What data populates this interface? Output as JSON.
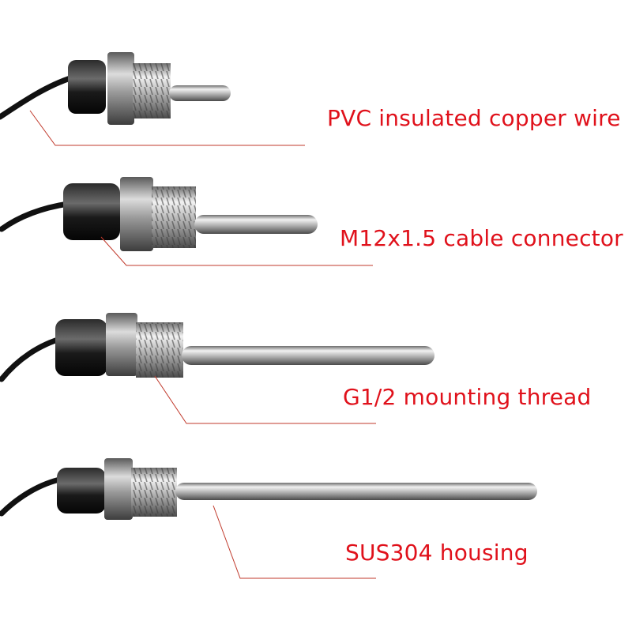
{
  "callouts": [
    {
      "id": "wire",
      "text": "PVC insulated copper wire"
    },
    {
      "id": "connector",
      "text": "M12x1.5 cable connector"
    },
    {
      "id": "thread",
      "text": "G1/2 mounting thread"
    },
    {
      "id": "housing",
      "text": "SUS304 housing"
    }
  ],
  "colors": {
    "callout_text": "#e0111b",
    "leader_line": "#c0392b",
    "background": "#ffffff"
  }
}
